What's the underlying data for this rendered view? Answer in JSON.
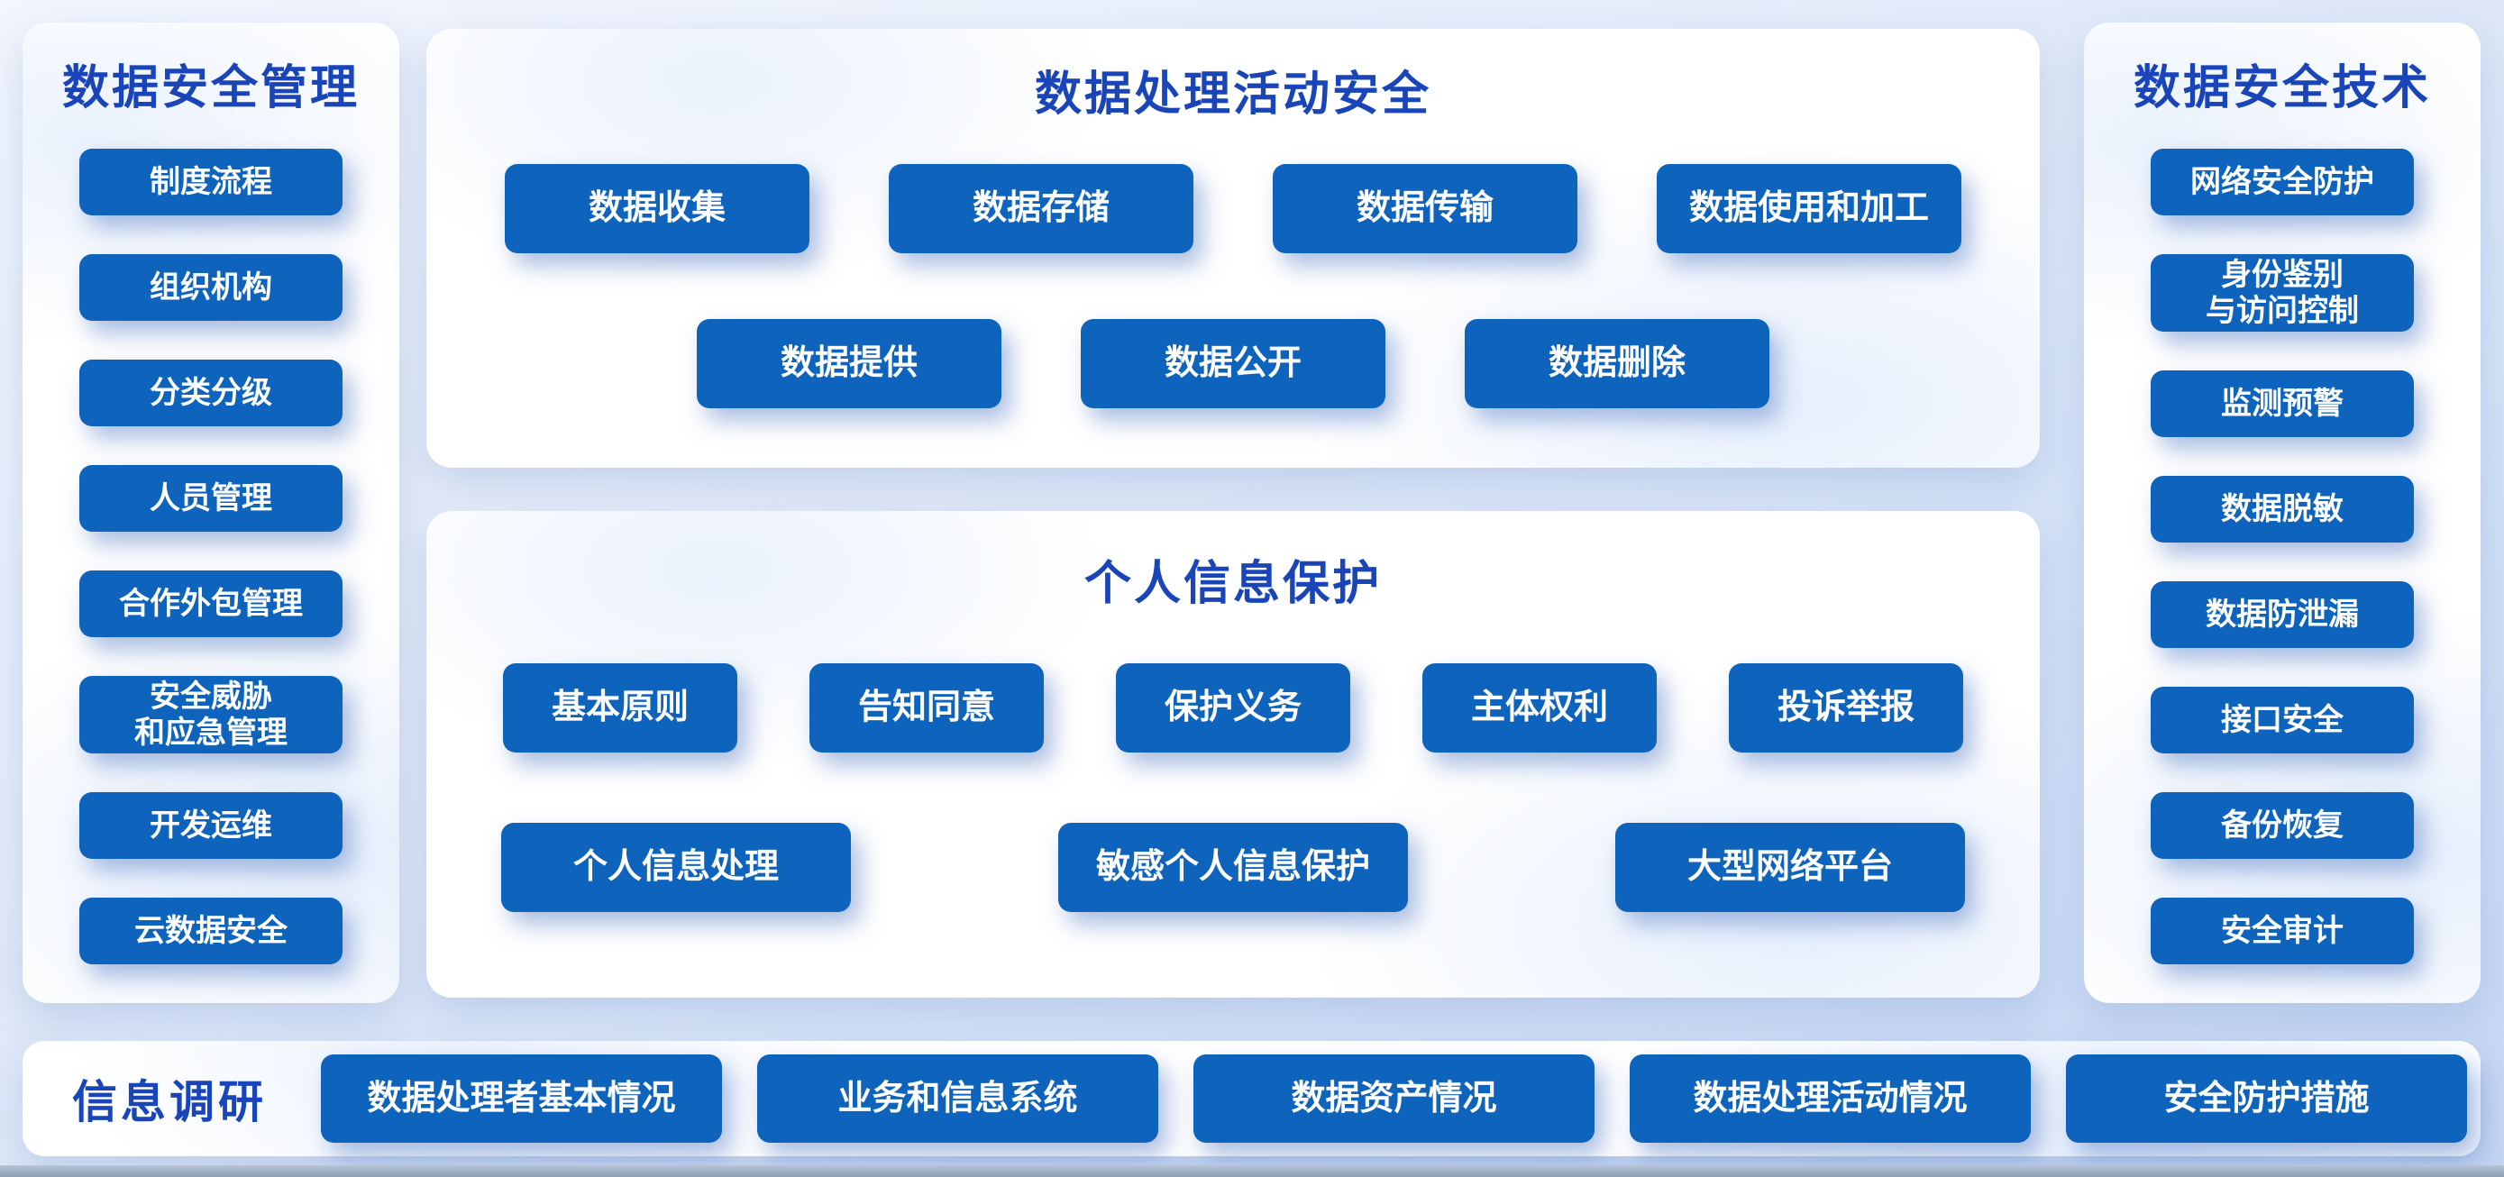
{
  "colors": {
    "page_bg_top": "#f2f6fd",
    "page_bg_bottom": "#c6d7f3",
    "panel_bg": "#ffffff",
    "node_blue": "#0e63bd",
    "node_text": "#ffffff",
    "title_blue": "#1a45b8",
    "footer_strip": "#8e9db5"
  },
  "left_panel": {
    "title": "数据安全管理",
    "items": [
      "制度流程",
      "组织机构",
      "分类分级",
      "人员管理",
      "合作外包管理",
      "安全威胁\n和应急管理",
      "开发运维",
      "云数据安全"
    ]
  },
  "center_top_panel": {
    "title": "数据处理活动安全",
    "row1": [
      "数据收集",
      "数据存储",
      "数据传输",
      "数据使用和加工"
    ],
    "row2": [
      "数据提供",
      "数据公开",
      "数据删除"
    ]
  },
  "center_bottom_panel": {
    "title": "个人信息保护",
    "row1": [
      "基本原则",
      "告知同意",
      "保护义务",
      "主体权利",
      "投诉举报"
    ],
    "row2": [
      "个人信息处理",
      "敏感个人信息保护",
      "大型网络平台"
    ]
  },
  "right_panel": {
    "title": "数据安全技术",
    "items": [
      "网络安全防护",
      "身份鉴别\n与访问控制",
      "监测预警",
      "数据脱敏",
      "数据防泄漏",
      "接口安全",
      "备份恢复",
      "安全审计"
    ]
  },
  "bottom_bar": {
    "title": "信息调研",
    "items": [
      "数据处理者基本情况",
      "业务和信息系统",
      "数据资产情况",
      "数据处理活动情况",
      "安全防护措施"
    ]
  }
}
